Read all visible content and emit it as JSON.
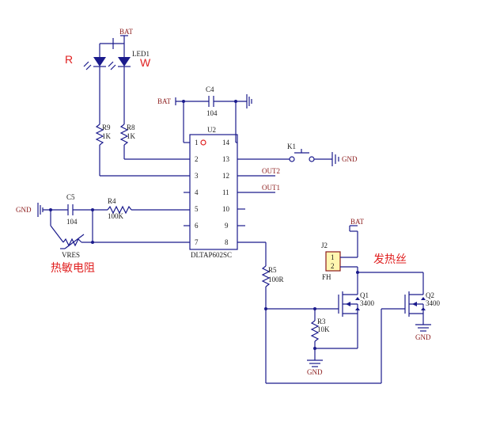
{
  "nets": {
    "bat_top": "BAT",
    "bat_c4": "BAT",
    "bat_j2": "BAT",
    "gnd_k1": "GND",
    "gnd_c5": "GND",
    "gnd_r3": "GND",
    "gnd_q2": "GND",
    "out2": "OUT2",
    "out1": "OUT1"
  },
  "parts": {
    "led1": "LED1",
    "led_r": "R",
    "led_w": "W",
    "r9": "R9",
    "r9_val": "1K",
    "r8": "R8",
    "r8_val": "1K",
    "c4": "C4",
    "c4_val": "104",
    "u2": "U2",
    "u2_part": "DLTAP602SC",
    "k1": "K1",
    "c5": "C5",
    "c5_val": "104",
    "r4": "R4",
    "r4_val": "100K",
    "vres": "VRES",
    "r5": "R5",
    "r5_val": "100R",
    "r3": "R3",
    "r3_val": "10K",
    "q1": "Q1",
    "q1_val": "3400",
    "q2": "Q2",
    "q2_val": "3400",
    "j2": "J2",
    "j2_pin1": "1",
    "j2_pin2": "2",
    "j2_fh": "FH"
  },
  "u2_pins": {
    "p1": "1",
    "p2": "2",
    "p3": "3",
    "p4": "4",
    "p5": "5",
    "p6": "6",
    "p7": "7",
    "p8": "8",
    "p9": "9",
    "p10": "10",
    "p11": "11",
    "p12": "12",
    "p13": "13",
    "p14": "14"
  },
  "annotations": {
    "thermistor": "热敏电阻",
    "heater": "发热丝"
  },
  "colors": {
    "wire": "#1a1a8c",
    "annotation": "#e02020"
  }
}
